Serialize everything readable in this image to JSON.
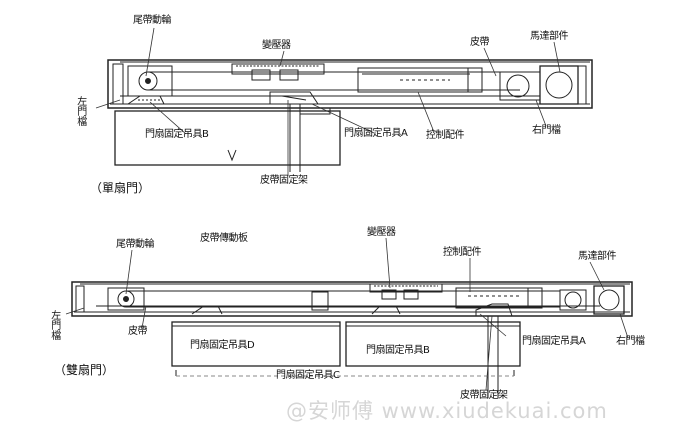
{
  "single": {
    "caption": "（單扇門）",
    "labels": {
      "tail_wheel": "尾帶動輪",
      "transformer": "變壓器",
      "belt": "皮帶",
      "motor": "馬達部件",
      "left_stop": "左門檔",
      "door_hanger_b": "門扇固定吊具B",
      "door_hanger_a": "門扇固定吊具A",
      "controller": "控制配件",
      "right_stop": "右門檔",
      "belt_bracket": "皮帶固定架"
    }
  },
  "double": {
    "caption": "（雙扇門）",
    "labels": {
      "tail_wheel": "尾帶動輪",
      "belt_plate": "皮帶傳動板",
      "transformer": "變壓器",
      "controller": "控制配件",
      "motor": "馬達部件",
      "left_stop": "左門檔",
      "belt": "皮帶",
      "door_hanger_d": "門扇固定吊具D",
      "door_hanger_b": "門扇固定吊具B",
      "door_hanger_a": "門扇固定吊具A",
      "right_stop": "右門檔",
      "door_hanger_c": "門扇固定吊具C",
      "belt_bracket": "皮帶固定架"
    }
  },
  "watermark": "@安师傅 www.xiudekuai.com"
}
